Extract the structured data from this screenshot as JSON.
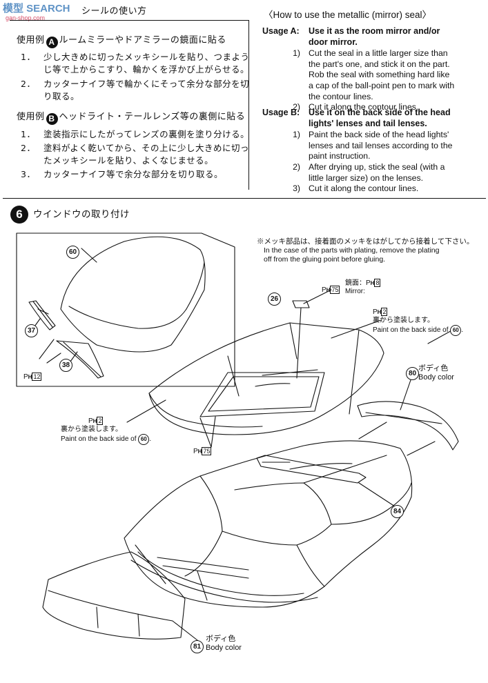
{
  "watermark": {
    "logo": "模型 SEARCH",
    "url": "gan-shop.com"
  },
  "left": {
    "title": "シールの使い方",
    "usageA": {
      "label": "使用例",
      "letter": "A",
      "title": "ルームミラーやドアミラーの鏡面に貼る",
      "steps": [
        {
          "num": "1．",
          "lines": [
            "少し大きめに切ったメッキシールを貼り、つまよう",
            "じ等で上からこすり、輪かくを浮かび上がらせる。"
          ]
        },
        {
          "num": "2．",
          "lines": [
            "カッターナイフ等で輪かくにそって余分な部分を切",
            "り取る。"
          ]
        }
      ]
    },
    "usageB": {
      "label": "使用例",
      "letter": "B",
      "title": "ヘッドライト・テールレンズ等の裏側に貼る",
      "steps": [
        {
          "num": "1．",
          "lines": [
            "塗装指示にしたがってレンズの裏側を塗り分ける。"
          ]
        },
        {
          "num": "2．",
          "lines": [
            "塗料がよく乾いてから、その上に少し大きめに切っ",
            "たメッキシールを貼り、よくなじませる。"
          ]
        },
        {
          "num": "3．",
          "lines": [
            "カッターナイフ等で余分な部分を切り取る。"
          ]
        }
      ]
    }
  },
  "right": {
    "title": "〈How to use the metallic (mirror) seal〉",
    "usageA": {
      "label": "Usage A:",
      "title_lines": [
        "Use it as the room mirror and/or",
        "door mirror."
      ],
      "steps": [
        {
          "num": "1)",
          "lines": [
            "Cut the seal in a little larger size than",
            "the part's one, and stick it on the part.",
            "Rob the seal with something hard like",
            "a cap of the ball-point pen to mark with",
            "the contour lines."
          ]
        },
        {
          "num": "2)",
          "lines": [
            "Cut it along the contour lines."
          ]
        }
      ]
    },
    "usageB": {
      "label": "Usage B:",
      "title_lines": [
        "Use it on the back side of the head",
        "lights' lenses and tail lenses."
      ],
      "steps": [
        {
          "num": "1)",
          "lines": [
            "Paint the back side of the head lights'",
            "lenses and tail lenses according to the",
            "paint instruction."
          ]
        },
        {
          "num": "2)",
          "lines": [
            "After drying up, stick the seal (with a",
            "little larger size) on the lenses."
          ]
        },
        {
          "num": "3)",
          "lines": [
            "Cut it along the contour lines."
          ]
        }
      ]
    }
  },
  "step": {
    "number": "6",
    "title": "ウインドウの取り付け"
  },
  "diagram": {
    "note": [
      "※メッキ部品は、接着面のメッキをはがしてから接着して下さい。",
      "In the case of the parts with plating, remove the plating",
      "off from the gluing point before gluing."
    ],
    "parts": {
      "p60": "60",
      "p37": "37",
      "p38": "38",
      "p26": "26",
      "p80": "80",
      "p84": "84",
      "p81": "81"
    },
    "ph": "P",
    "ph_sub": "H",
    "ph12": "12",
    "ph75": "75",
    "ph2": "2",
    "ph8": "8",
    "mirror_jp": "鏡面：",
    "mirror_en": "Mirror:",
    "paint_back_jp": "裏から塗装します。",
    "paint_back_en": "Paint on the back side of",
    "body_color_jp": "ボディ色",
    "body_color_en": "Body color"
  }
}
